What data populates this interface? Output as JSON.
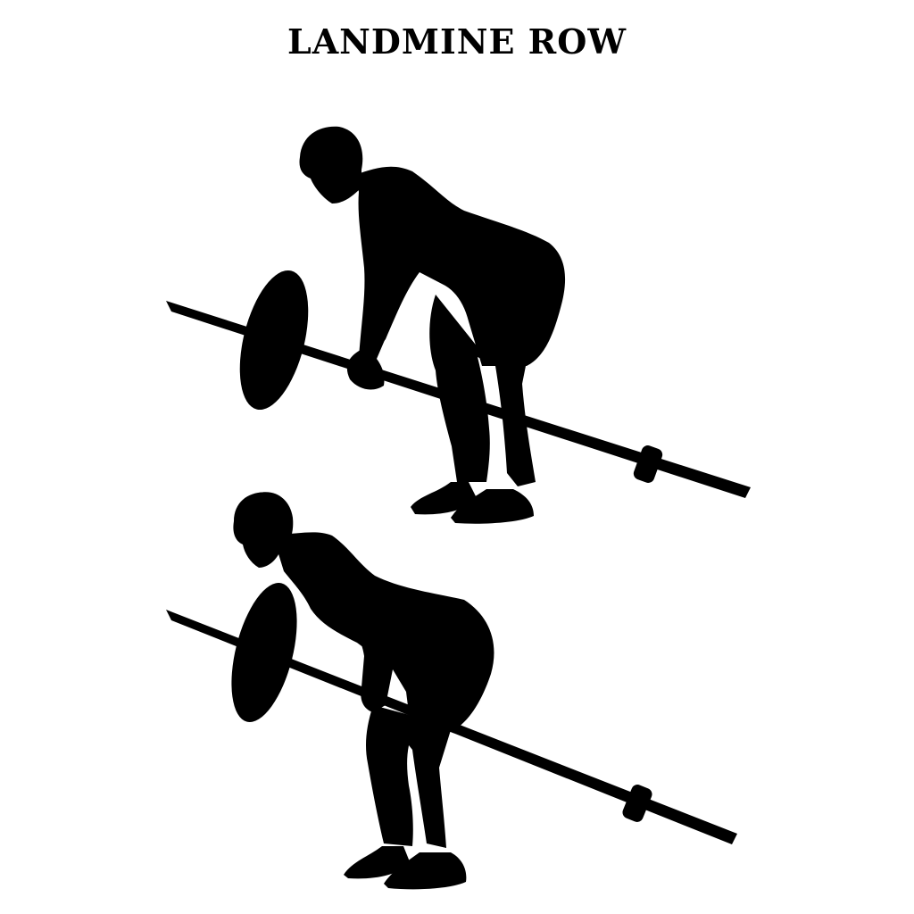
{
  "title": "LANDMINE ROW",
  "colors": {
    "background": "#ffffff",
    "silhouette": "#000000"
  },
  "figures": [
    {
      "id": "figure-start",
      "position": "top",
      "pose": "arms-extended"
    },
    {
      "id": "figure-end",
      "position": "bottom",
      "pose": "weight-pulled-to-chest"
    }
  ]
}
